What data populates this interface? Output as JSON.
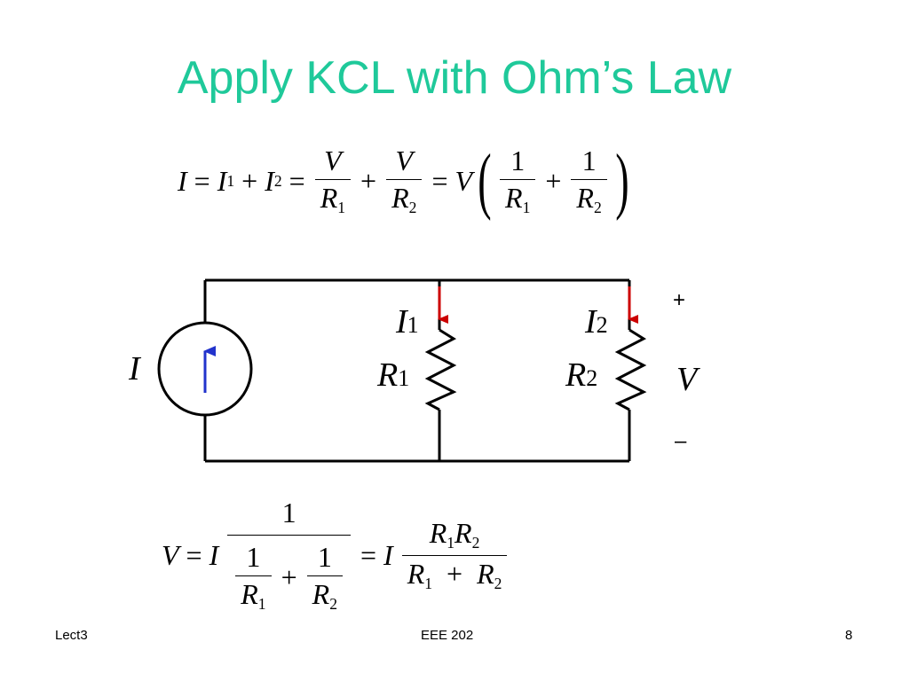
{
  "slide": {
    "title": "Apply KCL with Ohm’s Law"
  },
  "equation_top": {
    "I": "I",
    "I1": "I",
    "s1": "1",
    "I2": "I",
    "s2": "2",
    "eq": "=",
    "plus": "+",
    "V": "V",
    "R": "R",
    "one": "1"
  },
  "circuit": {
    "source_label": "I",
    "current1": {
      "letter": "I",
      "sub": "1"
    },
    "current2": {
      "letter": "I",
      "sub": "2"
    },
    "resistor1": {
      "letter": "R",
      "sub": "1"
    },
    "resistor2": {
      "letter": "R",
      "sub": "2"
    },
    "voltage_label": "V",
    "plus_sign": "+",
    "minus_sign": "–",
    "colors": {
      "wire": "#000000",
      "source_arrow": "#2233cc",
      "current_arrow": "#cc0000"
    }
  },
  "equation_bottom": {
    "V": "V",
    "I": "I",
    "eq": "=",
    "plus": "+",
    "one": "1",
    "R": "R",
    "s1": "1",
    "s2": "2"
  },
  "footer": {
    "left": "Lect3",
    "center": "EEE 202",
    "right": "8"
  }
}
